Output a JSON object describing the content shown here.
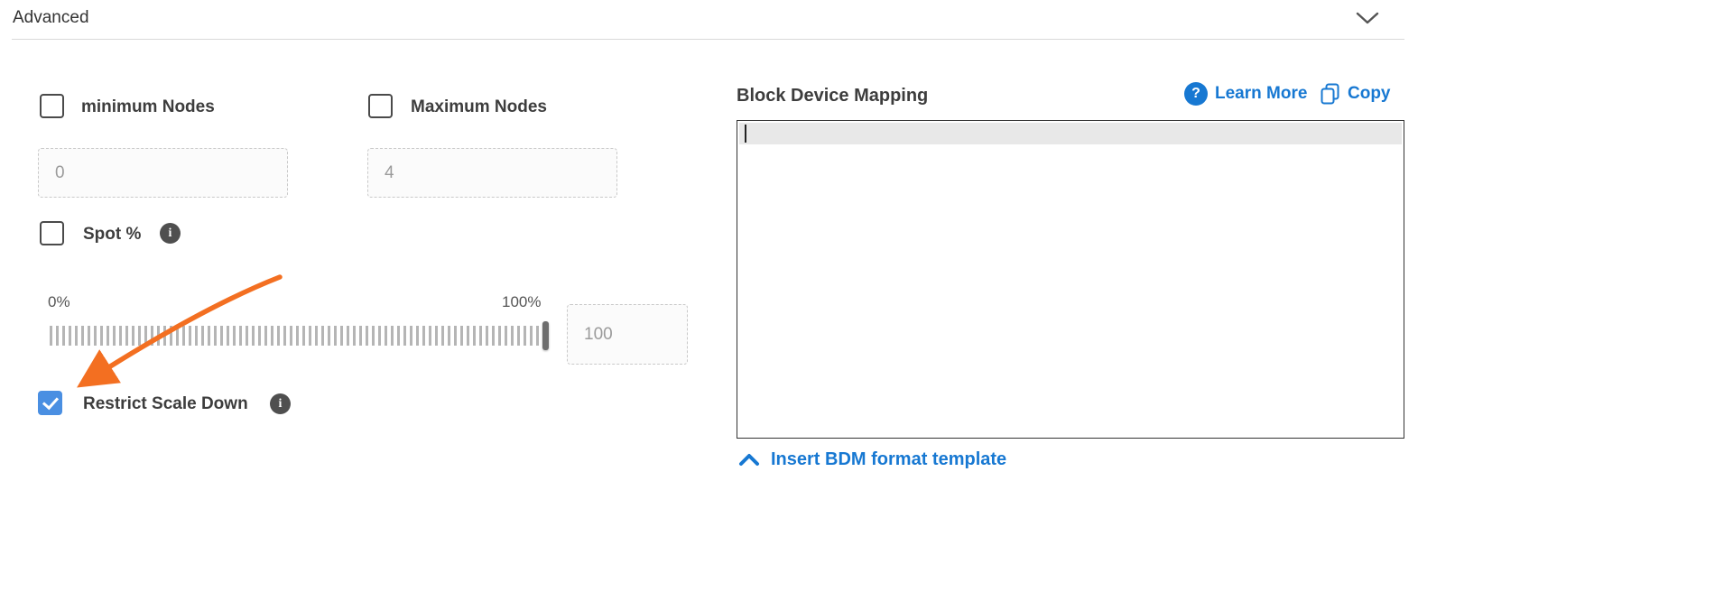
{
  "header": {
    "title": "Advanced"
  },
  "form": {
    "min_nodes": {
      "label": "minimum Nodes",
      "value": "0",
      "checked": false
    },
    "max_nodes": {
      "label": "Maximum Nodes",
      "value": "4",
      "checked": false
    },
    "spot": {
      "label": "Spot %",
      "checked": false
    },
    "slider": {
      "min_label": "0%",
      "max_label": "100%",
      "value": "100"
    },
    "restrict_scale_down": {
      "label": "Restrict Scale Down",
      "checked": true
    }
  },
  "bdm": {
    "title": "Block Device Mapping",
    "learn_more_label": "Learn More",
    "copy_label": "Copy",
    "editor_content": "",
    "insert_template_label": "Insert BDM format template"
  },
  "colors": {
    "link_blue": "#1778d2",
    "annotation_orange": "#f36f21",
    "checkbox_checked_blue": "#4a8fe2",
    "divider_gray": "#d9d9d9"
  }
}
